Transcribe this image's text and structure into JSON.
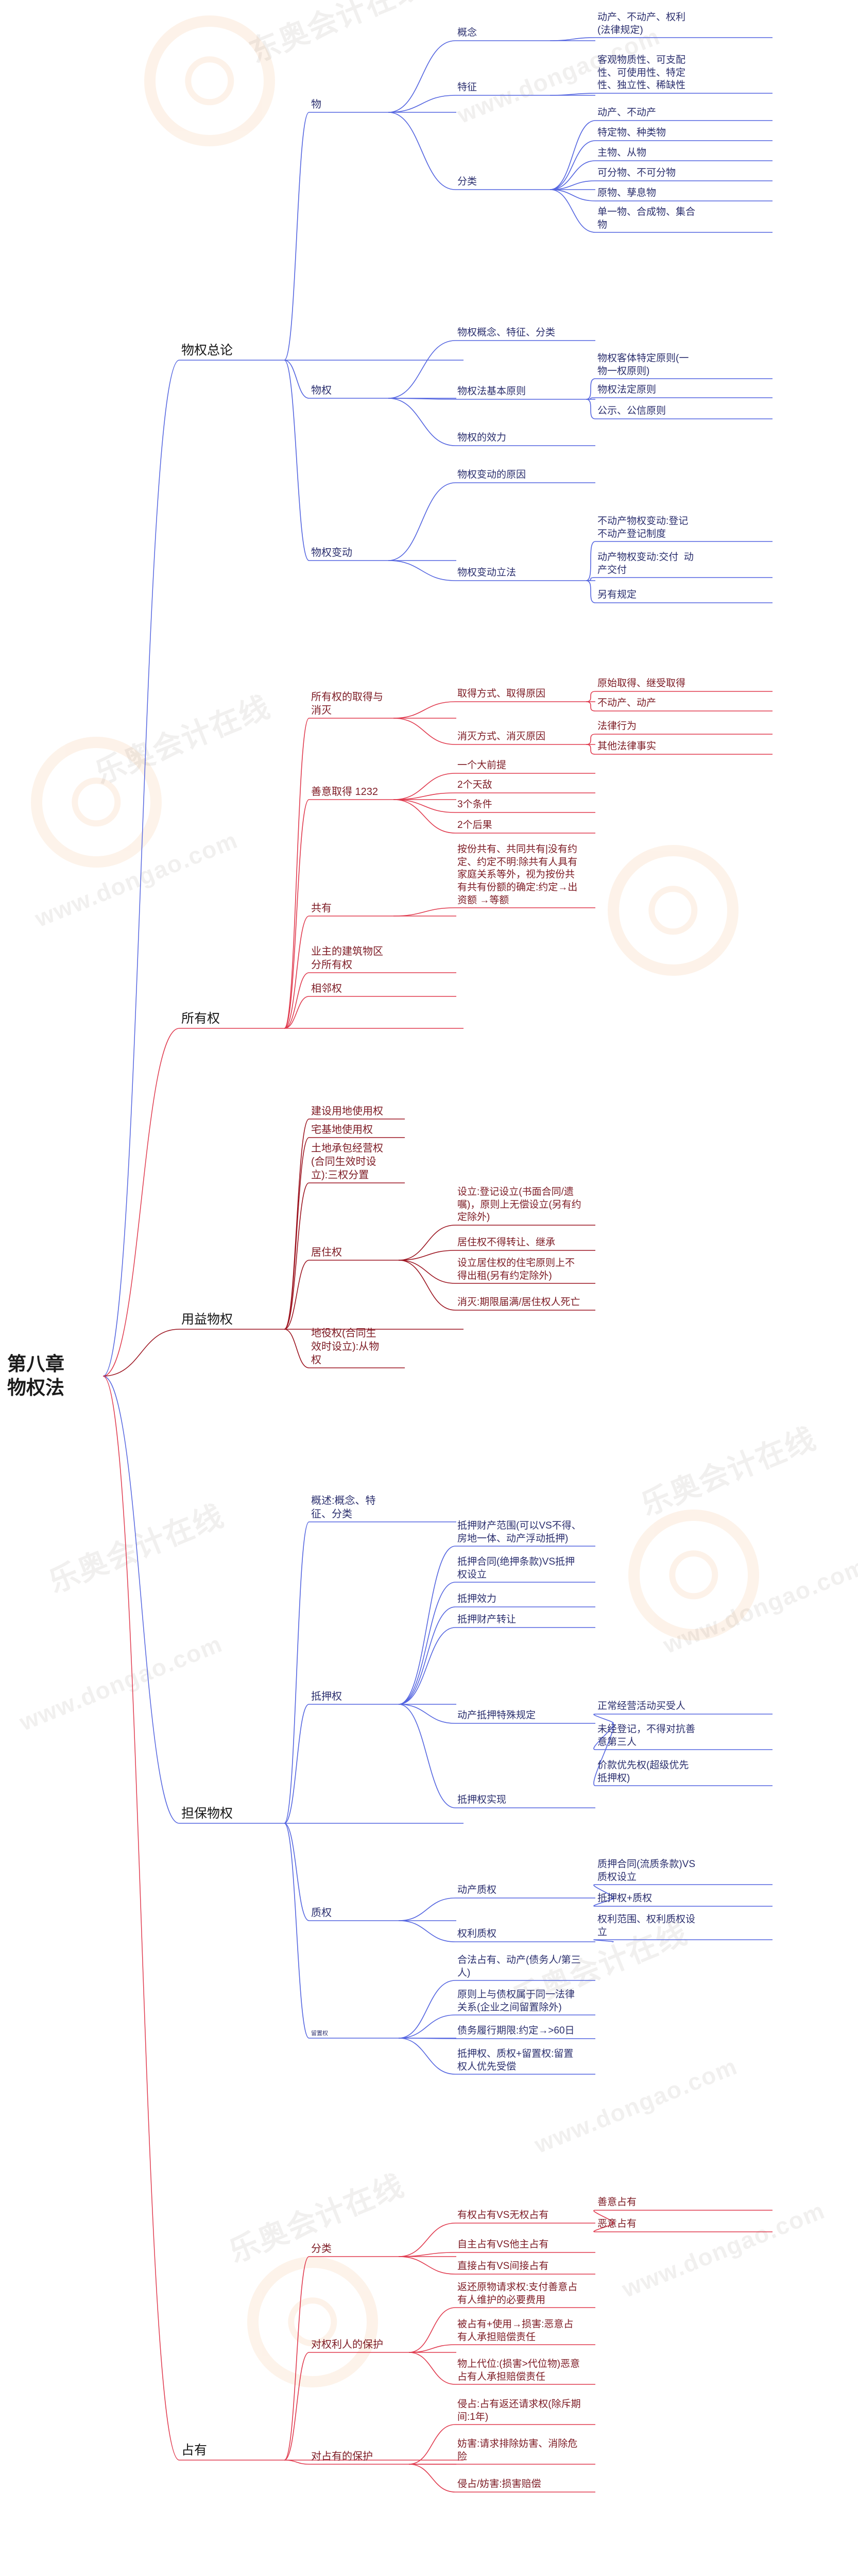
{
  "meta": {
    "title": "第八章 物权法",
    "colors": {
      "blue_branch": "#5465e0",
      "red_branch": "#e03a4e",
      "dark_red_branch": "#9c1420",
      "blue_text": "#2b2f6e",
      "red_text": "#7d1b24",
      "root_text": "#1b1b1b",
      "background": "#ffffff",
      "watermark": "#6b5a4e",
      "watermark_ring": "#f3a05c"
    }
  },
  "watermarks": [
    {
      "text": "东奥会计在线"
    },
    {
      "text": "www.dongao.com"
    },
    {
      "text": "乐奥会计在线"
    },
    {
      "text": "www.dongao.com"
    }
  ],
  "root": {
    "label": "第八章\n物权法"
  },
  "branches": [
    {
      "id": "wuquan-zonglun",
      "label": "物权总论",
      "color": "blue",
      "children": [
        {
          "label": "物",
          "children": [
            {
              "label": "概念",
              "children": [
                {
                  "label": "动产、不动产、权利\n(法律规定)"
                }
              ]
            },
            {
              "label": "特征",
              "children": [
                {
                  "label": "客观物质性、可支配\n性、可使用性、特定\n性、独立性、稀缺性"
                }
              ]
            },
            {
              "label": "分类",
              "children": [
                {
                  "label": "动产、不动产"
                },
                {
                  "label": "特定物、种类物"
                },
                {
                  "label": "主物、从物"
                },
                {
                  "label": "可分物、不可分物"
                },
                {
                  "label": "原物、孳息物"
                },
                {
                  "label": "单一物、合成物、集合\n物"
                }
              ]
            }
          ]
        },
        {
          "label": "物权",
          "children": [
            {
              "label": "物权概念、特征、分类",
              "children": []
            },
            {
              "label": "物权法基本原则",
              "children": [
                {
                  "label": "物权客体特定原则(一\n物一权原则)"
                },
                {
                  "label": "物权法定原则"
                },
                {
                  "label": "公示、公信原则"
                }
              ]
            },
            {
              "label": "物权的效力",
              "children": []
            }
          ]
        },
        {
          "label": "物权变动",
          "children": [
            {
              "label": "物权变动的原因",
              "children": []
            },
            {
              "label": "物权变动立法",
              "children": [
                {
                  "label": "不动产物权变动:登记\n不动产登记制度"
                },
                {
                  "label": "动产物权变动:交付  动\n产交付"
                },
                {
                  "label": "另有规定"
                }
              ]
            }
          ]
        }
      ]
    },
    {
      "id": "suoyouquan",
      "label": "所有权",
      "color": "red",
      "children": [
        {
          "label": "所有权的取得与\n消灭",
          "children": [
            {
              "label": "取得方式、取得原因",
              "children": [
                {
                  "label": "原始取得、继受取得"
                },
                {
                  "label": "不动产、动产"
                }
              ]
            },
            {
              "label": "消灭方式、消灭原因",
              "children": [
                {
                  "label": "法律行为"
                },
                {
                  "label": "其他法律事实"
                }
              ]
            }
          ]
        },
        {
          "label": "善意取得 1232",
          "children": [
            {
              "label": "一个大前提",
              "children": []
            },
            {
              "label": "2个天敌",
              "children": []
            },
            {
              "label": "3个条件",
              "children": []
            },
            {
              "label": "2个后果",
              "children": []
            }
          ]
        },
        {
          "label": "共有",
          "children": [
            {
              "label": "按份共有、共同共有|没有约\n定、约定不明:除共有人具有\n家庭关系等外，视为按份共\n有共有份额的确定:约定→出\n资额 →等额",
              "children": []
            }
          ]
        },
        {
          "label": "业主的建筑物区\n分所有权",
          "children": []
        },
        {
          "label": "相邻权",
          "children": []
        }
      ]
    },
    {
      "id": "yongyi-wuquan",
      "label": "用益物权",
      "color": "darkred",
      "children": [
        {
          "label": "建设用地使用权",
          "children": []
        },
        {
          "label": "宅基地使用权",
          "children": []
        },
        {
          "label": "土地承包经营权\n(合同生效时设\n立):三权分置",
          "children": []
        },
        {
          "label": "居住权",
          "children": [
            {
              "label": "设立:登记设立(书面合同/遗\n嘱)，原则上无偿设立(另有约\n定除外)"
            },
            {
              "label": "居住权不得转让、继承"
            },
            {
              "label": "设立居住权的住宅原则上不\n得出租(另有约定除外)"
            },
            {
              "label": "消灭:期限届满/居住权人死亡"
            }
          ]
        },
        {
          "label": "地役权(合同生\n效时设立):从物\n权",
          "children": []
        }
      ]
    },
    {
      "id": "danbao-wuquan",
      "label": "担保物权",
      "color": "blue",
      "children": [
        {
          "label": "概述:概念、特\n征、分类",
          "children": []
        },
        {
          "label": "抵押权",
          "children": [
            {
              "label": "抵押财产范围(可以VS不得、\n房地一体、动产浮动抵押)",
              "children": []
            },
            {
              "label": "抵押合同(绝押条款)VS抵押\n权设立",
              "children": []
            },
            {
              "label": "抵押效力",
              "children": []
            },
            {
              "label": "抵押财产转让",
              "children": []
            },
            {
              "label": "动产抵押特殊规定",
              "children": [
                {
                  "label": "正常经营活动买受人"
                },
                {
                  "label": "未经登记，不得对抗善\n意第三人"
                },
                {
                  "label": "价款优先权(超级优先\n抵押权)"
                }
              ]
            },
            {
              "label": "抵押权实现",
              "children": []
            }
          ]
        },
        {
          "label": "质权",
          "children": [
            {
              "label": "动产质权",
              "children": [
                {
                  "label": "质押合同(流质条款)VS\n质权设立"
                },
                {
                  "label": "抵押权+质权"
                }
              ]
            },
            {
              "label": "权利质权",
              "children": [
                {
                  "label": "权利范围、权利质权设\n立"
                }
              ]
            }
          ]
        },
        {
          "label": "留置权",
          "tiny": true,
          "children": [
            {
              "label": "合法占有、动产(债务人/第三\n人)",
              "children": []
            },
            {
              "label": "原则上与债权属于同一法律\n关系(企业之间留置除外)",
              "children": []
            },
            {
              "label": "债务履行期限:约定→>60日",
              "children": []
            },
            {
              "label": "抵押权、质权+留置权:留置\n权人优先受偿",
              "children": []
            }
          ]
        }
      ]
    },
    {
      "id": "zhanyou",
      "label": "占有",
      "color": "red",
      "children": [
        {
          "label": "分类",
          "children": [
            {
              "label": "有权占有VS无权占有",
              "children": [
                {
                  "label": "善意占有"
                },
                {
                  "label": "恶意占有"
                }
              ]
            },
            {
              "label": "自主占有VS他主占有",
              "children": []
            },
            {
              "label": "直接占有VS间接占有",
              "children": []
            }
          ]
        },
        {
          "label": "对权利人的保护",
          "children": [
            {
              "label": "返还原物请求权:支付善意占\n有人维护的必要费用",
              "children": []
            },
            {
              "label": "被占有+使用→损害:恶意占\n有人承担赔偿责任",
              "children": []
            },
            {
              "label": "物上代位:(损害>代位物)恶意\n占有人承担赔偿责任",
              "children": []
            }
          ]
        },
        {
          "label": "对占有的保护",
          "children": [
            {
              "label": "侵占:占有返还请求权(除斥期\n间:1年)",
              "children": []
            },
            {
              "label": "妨害:请求排除妨害、消除危\n险",
              "children": []
            },
            {
              "label": "侵占/妨害:损害赔偿",
              "children": []
            }
          ]
        }
      ]
    }
  ]
}
